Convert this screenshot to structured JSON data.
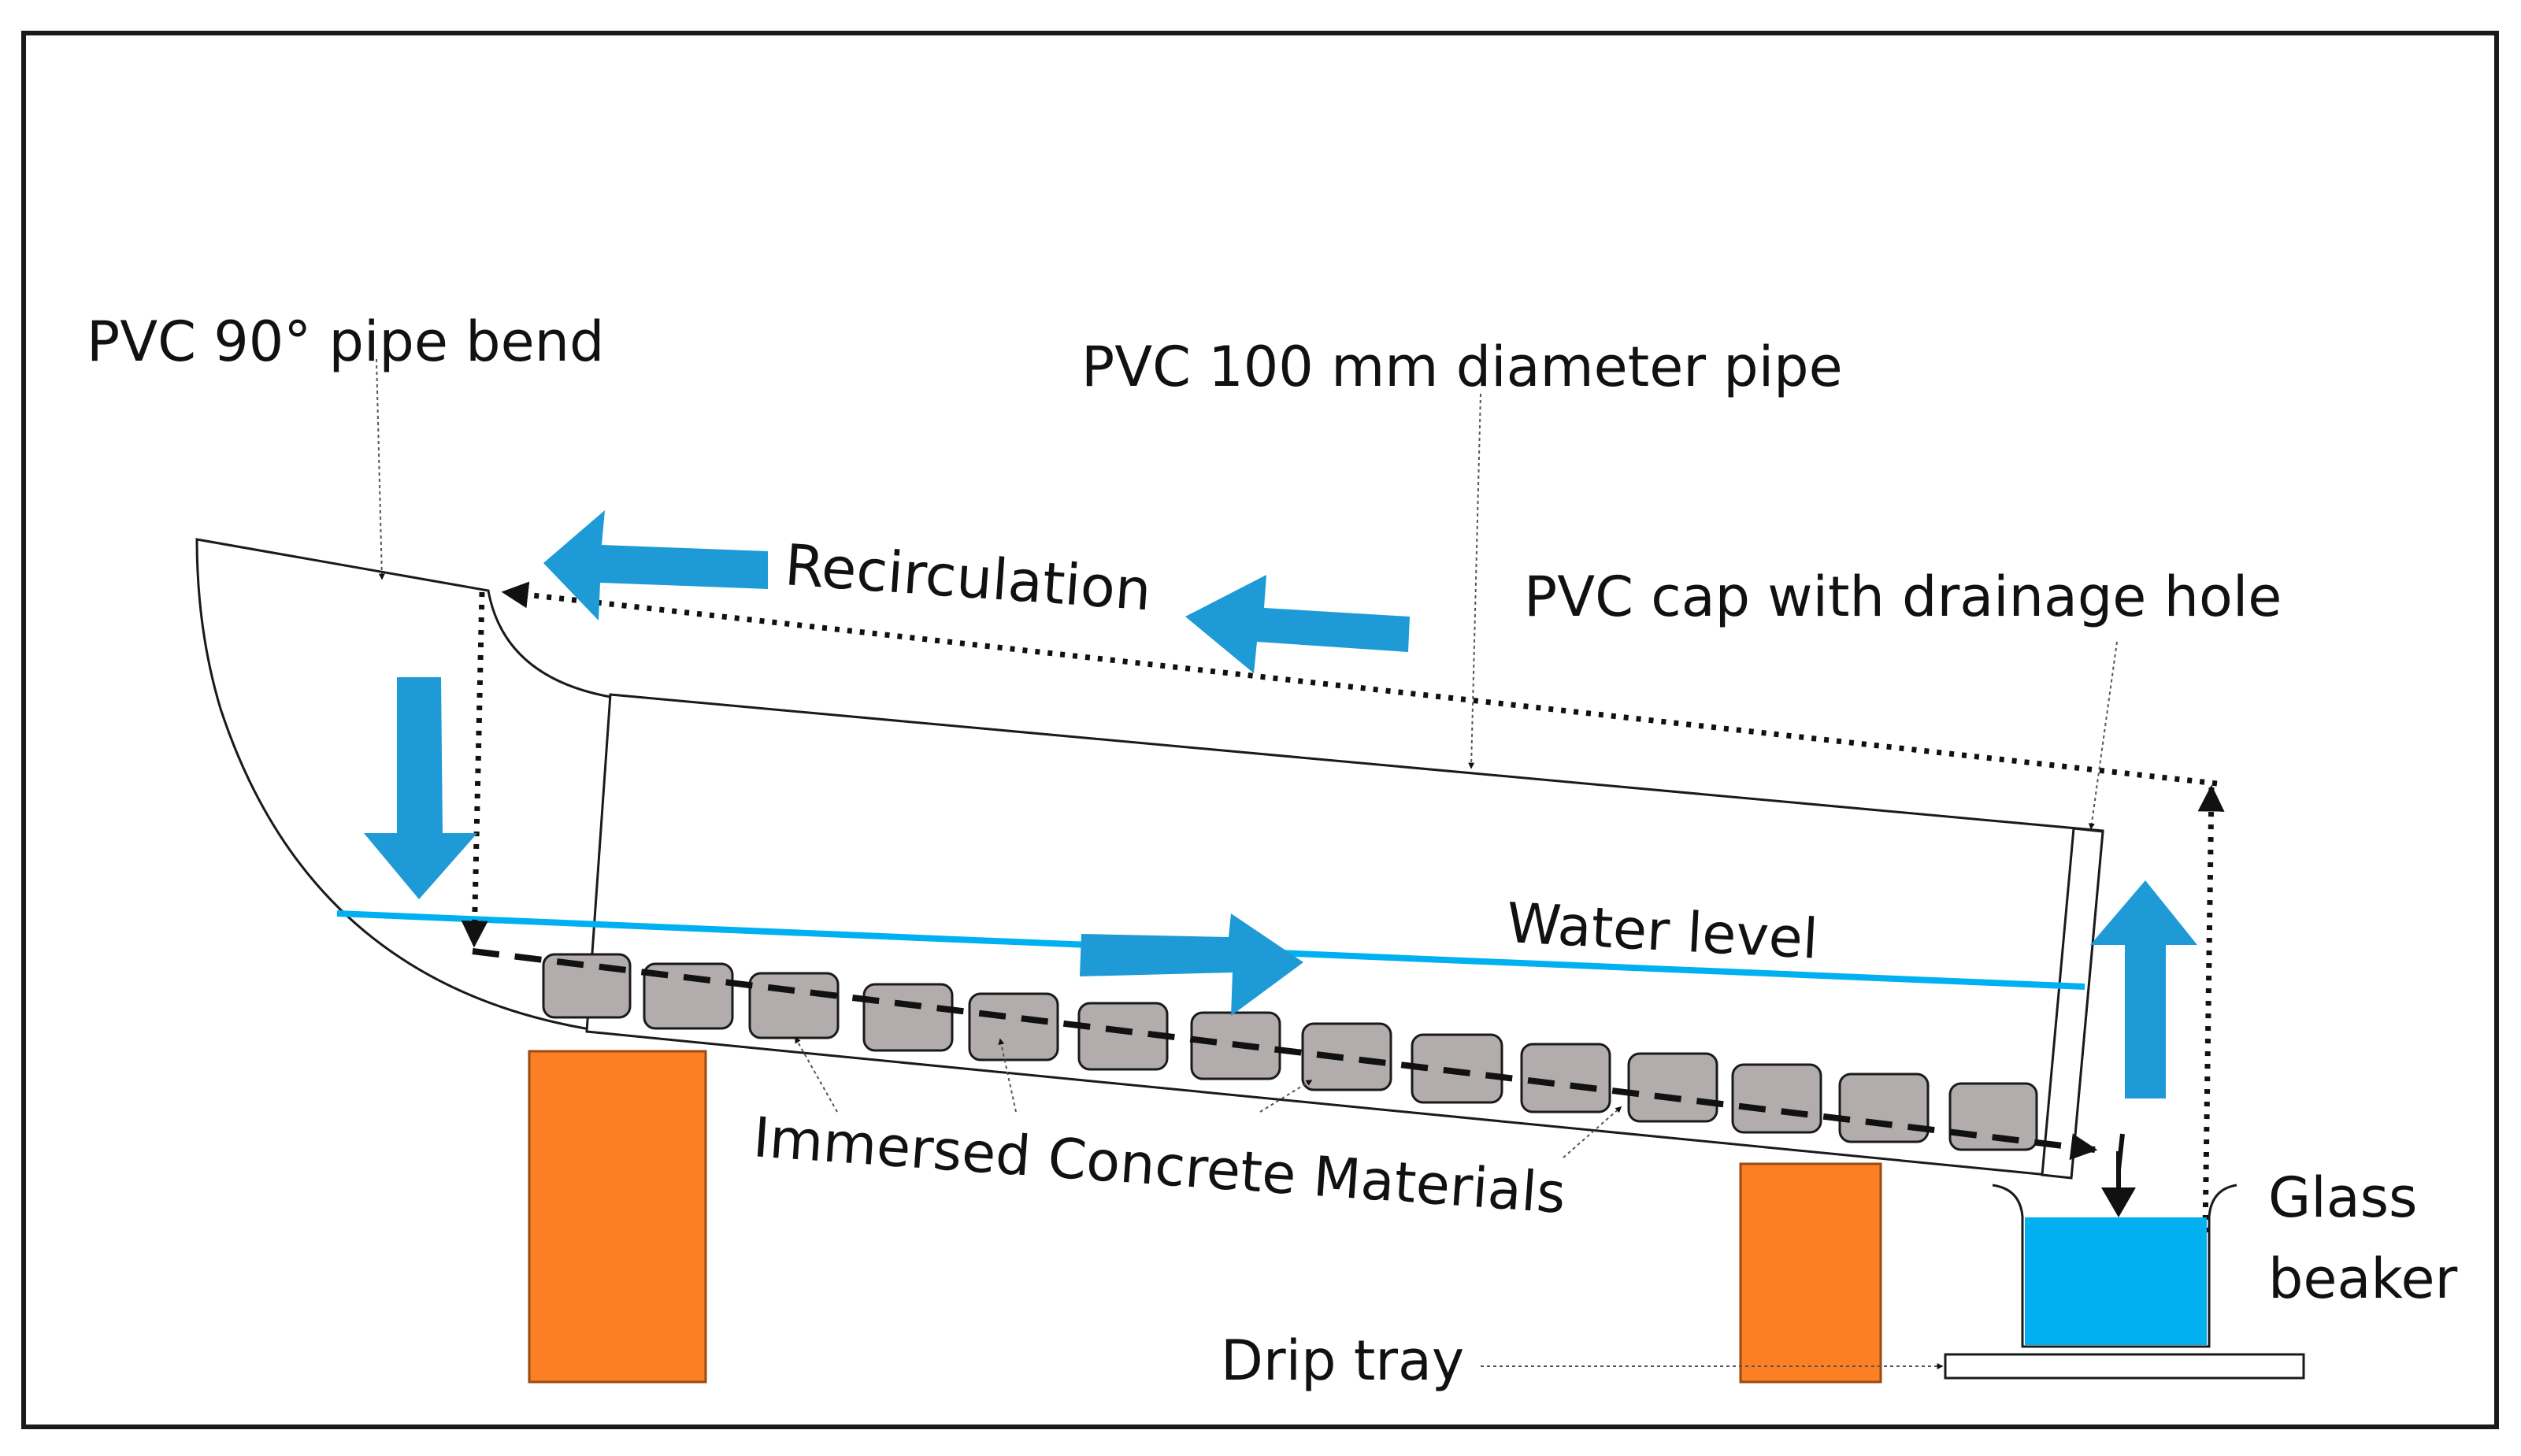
{
  "labels": {
    "pipe_bend": "PVC 90° pipe bend",
    "pipe": "PVC 100 mm diameter pipe",
    "recirculation": "Recirculation",
    "cap": "PVC cap with drainage hole",
    "water_level": "Water level",
    "materials": "Immersed Concrete Materials",
    "beaker_line1": "Glass",
    "beaker_line2": "beaker",
    "drip_tray": "Drip tray"
  },
  "colors": {
    "flow_arrow": "#1e9ad6",
    "water_line": "#00b0f0",
    "beaker_water": "#00b0f0",
    "support": "#fd7f24",
    "concrete": "#b3acac",
    "outline": "#1a1a1a"
  },
  "concrete_block_count": 14
}
